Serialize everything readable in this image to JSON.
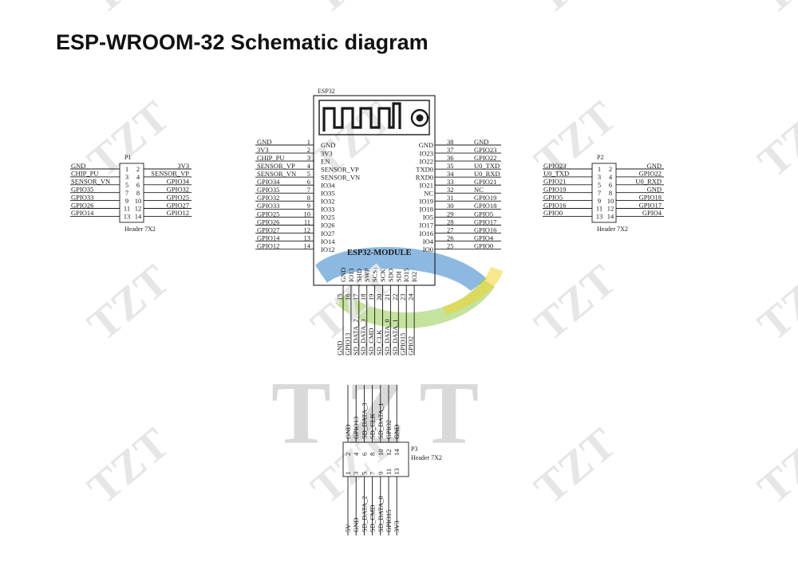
{
  "title": "ESP-WROOM-32 Schematic diagram",
  "watermark": {
    "tile_text": "TZT",
    "big_text": "TZT",
    "tile_color": "#e6e6e6",
    "big_color": "#d9d9d9",
    "logo_colors": [
      "#2f7fc8",
      "#8cc63f",
      "#f2d11b"
    ]
  },
  "module": {
    "ref": "ESP32",
    "module_label": "ESP32-MODULE",
    "left_pins": [
      {
        "num": "1",
        "inner": "GND",
        "net": "GND"
      },
      {
        "num": "2",
        "inner": "3V3",
        "net": "3V3"
      },
      {
        "num": "3",
        "inner": "EN",
        "net": "CHIP_PU"
      },
      {
        "num": "4",
        "inner": "SENSOR_VP",
        "net": "SENSOR_VP"
      },
      {
        "num": "5",
        "inner": "SENSOR_VN",
        "net": "SENSOR_VN"
      },
      {
        "num": "6",
        "inner": "IO34",
        "net": "GPIO34"
      },
      {
        "num": "7",
        "inner": "IO35",
        "net": "GPIO35"
      },
      {
        "num": "8",
        "inner": "IO32",
        "net": "GPIO32"
      },
      {
        "num": "9",
        "inner": "IO33",
        "net": "GPIO33"
      },
      {
        "num": "10",
        "inner": "IO25",
        "net": "GPIO25"
      },
      {
        "num": "11",
        "inner": "IO26",
        "net": "GPIO26"
      },
      {
        "num": "12",
        "inner": "IO27",
        "net": "GPIO27"
      },
      {
        "num": "13",
        "inner": "IO14",
        "net": "GPIO14"
      },
      {
        "num": "14",
        "inner": "IO12",
        "net": "GPIO12"
      }
    ],
    "right_pins": [
      {
        "num": "38",
        "inner": "GND",
        "net": "GND"
      },
      {
        "num": "37",
        "inner": "IO23",
        "net": "GPIO23"
      },
      {
        "num": "36",
        "inner": "IO22",
        "net": "GPIO22"
      },
      {
        "num": "35",
        "inner": "TXD0",
        "net": "U0_TXD"
      },
      {
        "num": "34",
        "inner": "RXD0",
        "net": "U0_RXD"
      },
      {
        "num": "33",
        "inner": "IO21",
        "net": "GPIO21"
      },
      {
        "num": "32",
        "inner": "NC",
        "net": "NC"
      },
      {
        "num": "31",
        "inner": "IO19",
        "net": "GPIO19"
      },
      {
        "num": "30",
        "inner": "IO18",
        "net": "GPIO18"
      },
      {
        "num": "29",
        "inner": "IO5",
        "net": "GPIO5"
      },
      {
        "num": "28",
        "inner": "IO17",
        "net": "GPIO17"
      },
      {
        "num": "27",
        "inner": "IO16",
        "net": "GPIO16"
      },
      {
        "num": "26",
        "inner": "IO4",
        "net": "GPIO4"
      },
      {
        "num": "25",
        "inner": "IO0",
        "net": "GPIO0"
      }
    ],
    "bottom_pins": [
      {
        "num": "15",
        "inner": "GND",
        "net": "GND"
      },
      {
        "num": "16",
        "inner": "IO13",
        "net": "GPIO13"
      },
      {
        "num": "17",
        "inner": "SHD",
        "net": "SD_DATA_2"
      },
      {
        "num": "18",
        "inner": "SWP",
        "net": "SD_DATA_3"
      },
      {
        "num": "19",
        "inner": "SCS",
        "net": "SD_CMD"
      },
      {
        "num": "20",
        "inner": "SCK",
        "net": "SD_CLK"
      },
      {
        "num": "21",
        "inner": "SDO",
        "net": "SD_DATA_0"
      },
      {
        "num": "22",
        "inner": "SDI",
        "net": "SD_DATA_1"
      },
      {
        "num": "23",
        "inner": "IO15",
        "net": "GPIO15"
      },
      {
        "num": "24",
        "inner": "IO2",
        "net": "GPIO2"
      }
    ]
  },
  "p1": {
    "ref": "P1",
    "footer": "Header 7X2",
    "rows": [
      {
        "left": "GND",
        "ln": "1",
        "rn": "2",
        "right": "3V3"
      },
      {
        "left": "CHIP_PU",
        "ln": "3",
        "rn": "4",
        "right": "SENSOR_VP"
      },
      {
        "left": "SENSOR_VN",
        "ln": "5",
        "rn": "6",
        "right": "GPIO34"
      },
      {
        "left": "GPIO35",
        "ln": "7",
        "rn": "8",
        "right": "GPIO32"
      },
      {
        "left": "GPIO33",
        "ln": "9",
        "rn": "10",
        "right": "GPIO25"
      },
      {
        "left": "GPIO26",
        "ln": "11",
        "rn": "12",
        "right": "GPIO27"
      },
      {
        "left": "GPIO14",
        "ln": "13",
        "rn": "14",
        "right": "GPIO12"
      }
    ]
  },
  "p2": {
    "ref": "P2",
    "footer": "Header 7X2",
    "rows": [
      {
        "left": "GPIO23",
        "ln": "1",
        "rn": "2",
        "right": "GND"
      },
      {
        "left": "U0_TXD",
        "ln": "3",
        "rn": "4",
        "right": "GPIO22"
      },
      {
        "left": "GPIO21",
        "ln": "5",
        "rn": "6",
        "right": "U0_RXD"
      },
      {
        "left": "GPIO19",
        "ln": "7",
        "rn": "8",
        "right": "GND"
      },
      {
        "left": "GPIO5",
        "ln": "9",
        "rn": "10",
        "right": "GPIO18"
      },
      {
        "left": "GPIO16",
        "ln": "11",
        "rn": "12",
        "right": "GPIO17"
      },
      {
        "left": "GPIO0",
        "ln": "13",
        "rn": "14",
        "right": "GPIO4"
      }
    ]
  },
  "p3": {
    "ref": "P3",
    "footer": "Header 7X2",
    "top_nums": [
      "2",
      "4",
      "6",
      "8",
      "10",
      "12",
      "14"
    ],
    "top_nets": [
      "GND",
      "GPIO13",
      "SD_DATA_3",
      "SD_CLK",
      "SD_DATA_1",
      "GPIO2",
      "GND"
    ],
    "bottom_nums": [
      "1",
      "3",
      "5",
      "7",
      "9",
      "11",
      "13"
    ],
    "bottom_nets": [
      "5V",
      "GND",
      "SD_DATA_2",
      "SD_CMD",
      "SD_DATA_0",
      "GPIO15",
      "3V3"
    ]
  }
}
